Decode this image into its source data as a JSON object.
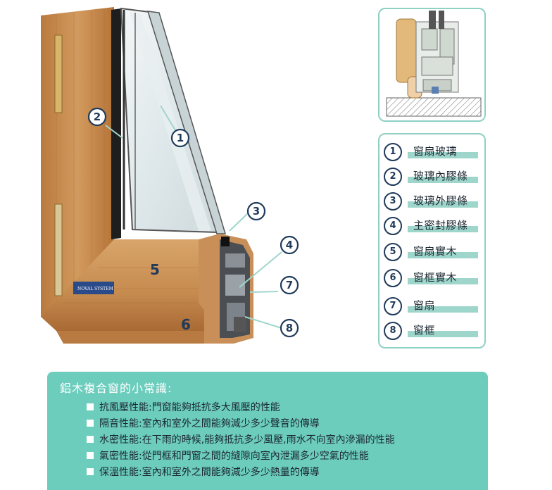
{
  "callouts": [
    "1",
    "2",
    "3",
    "4",
    "5",
    "6",
    "7",
    "8"
  ],
  "badge": {
    "line1": "NOVAL",
    "line2": "SYSTEM"
  },
  "legend": [
    {
      "num": "1",
      "label": "窗扇玻璃"
    },
    {
      "num": "2",
      "label": "玻璃內膠條"
    },
    {
      "num": "3",
      "label": "玻璃外膠條"
    },
    {
      "num": "4",
      "label": "主密封膠條"
    },
    {
      "num": "5",
      "label": "窗扇實木"
    },
    {
      "num": "6",
      "label": "窗框實木"
    },
    {
      "num": "7",
      "label": "窗扇"
    },
    {
      "num": "8",
      "label": "窗框"
    }
  ],
  "knowledge": {
    "title": "鋁木複合窗的小常識:",
    "items": [
      "抗風壓性能:門窗能夠抵抗多大風壓的性能",
      "隔音性能:室內和室外之間能夠減少多少聲音的傳導",
      "水密性能:在下雨的時候,能夠抵抗多少風壓,雨水不向室內滲漏的性能",
      "氣密性能:從門框和門窗之間的縫隙向室內泄漏多少空氣的性能",
      "保溫性能:室內和室外之間能夠減少多少熱量的傳導"
    ]
  },
  "colors": {
    "accent_teal": "#6ccdbd",
    "bar_teal": "#9fd6cc",
    "border_teal": "#8fd0c4",
    "navy": "#1f3a5a",
    "wood": "#c58a4e",
    "glass": "#dfe8ea"
  }
}
